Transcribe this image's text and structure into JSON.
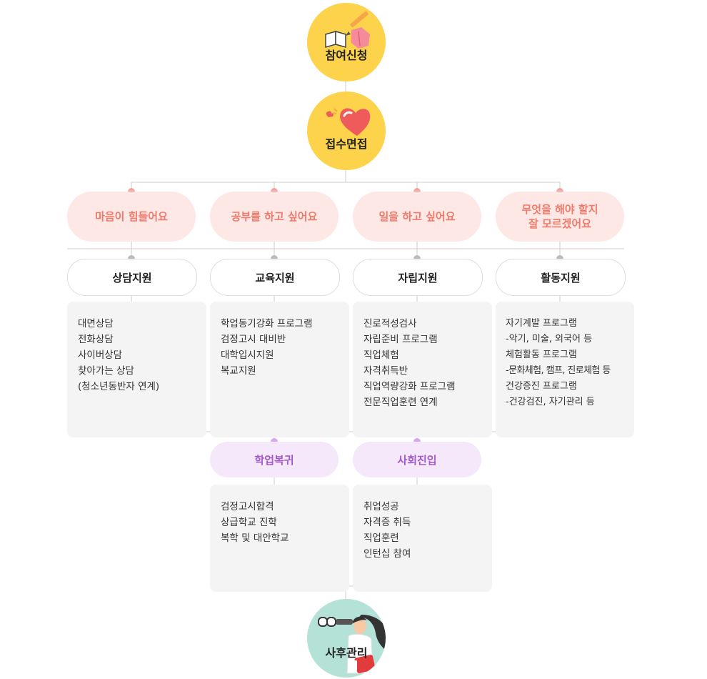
{
  "flow": {
    "start": {
      "label": "참여신청",
      "icon": "book-pencil-icon"
    },
    "intake": {
      "label": "접수면접",
      "icon": "heart-icon"
    },
    "end": {
      "label": "사후관리",
      "icon": "binoculars-girl-icon"
    }
  },
  "needs": [
    {
      "label_lines": [
        "마음이 힘들어요"
      ]
    },
    {
      "label_lines": [
        "공부를 하고 싶어요"
      ]
    },
    {
      "label_lines": [
        "일을 하고 싶어요"
      ]
    },
    {
      "label_lines": [
        "무엇을 해야 할지",
        "잘 모르겠어요"
      ]
    }
  ],
  "supports": [
    {
      "label": "상담지원",
      "items": [
        "대면상담",
        "전화상담",
        "사이버상담",
        "찾아가는 상담",
        "(청소년동반자 연계)"
      ]
    },
    {
      "label": "교육지원",
      "items": [
        "학업동기강화 프로그램",
        "검정고시 대비반",
        "대학입시지원",
        "복교지원"
      ]
    },
    {
      "label": "자립지원",
      "items": [
        "진로적성검사",
        "자립준비 프로그램",
        "직업체험",
        "자격취득반",
        "직업역량강화 프로그램",
        "전문직업훈련 연계"
      ]
    },
    {
      "label": "활동지원",
      "items": [
        "자기계발 프로그램",
        "-악기, 미술, 외국어 등",
        "체험활동 프로그램",
        "-문화체험, 캠프, 진로체험 등",
        "건강증진 프로그램",
        "-건강검진, 자기관리 등"
      ]
    }
  ],
  "outcomes": [
    {
      "label": "학업복귀",
      "items": [
        "검정고시합격",
        "상급학교 진학",
        "복학 및 대안학교"
      ]
    },
    {
      "label": "사회진입",
      "items": [
        "취업성공",
        "자격증 취득",
        "직업훈련",
        "인턴십 참여"
      ]
    }
  ],
  "colors": {
    "yellow_circle": "#fdd34b",
    "mint_circle": "#b5e2d6",
    "need_bg": "#fde8e5",
    "need_text": "#ef7a6b",
    "outcome_bg": "#f5e8fb",
    "outcome_text": "#a25ac8",
    "card_bg": "#f4f4f4",
    "connector": "#cccccc"
  }
}
